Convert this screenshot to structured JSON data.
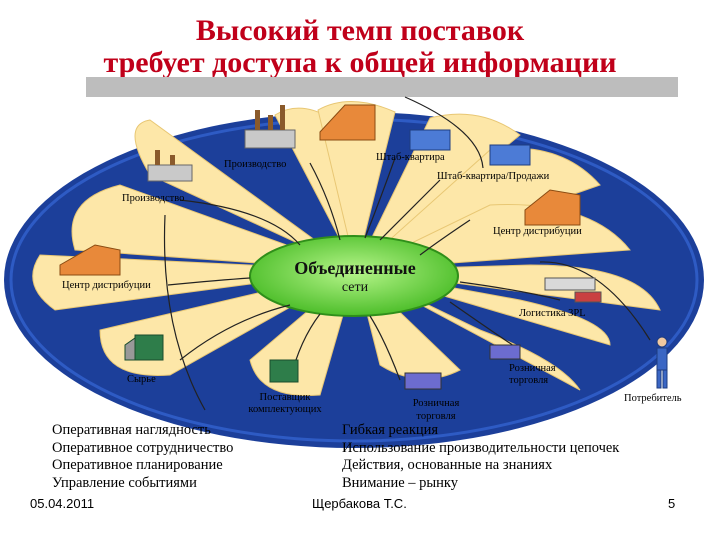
{
  "title": {
    "line1": "Высокий темп поставок",
    "line2": "требует доступа к общей информации"
  },
  "diagram": {
    "center_title": "Объединенные",
    "center_subtitle": "сети",
    "nodes": {
      "production_top": "Производство",
      "hq": "Штаб-квартира",
      "hq_sales": "Штаб-квартира/Продажи",
      "production_left": "Производство",
      "dc_right": "Центр дистрибуции",
      "dc_left": "Центр дистрибуции",
      "logistics": "Логистика 3PL",
      "retail_right": "Розничная торговля",
      "raw": "Сырье",
      "supplier": "Поставщик комплектующих",
      "retail_bottom": "Розничная торговля",
      "consumer": "Потребитель"
    }
  },
  "left_list": [
    "Оперативная наглядность",
    "Оперативное сотрудничество",
    "Оперативное планирование",
    "Управление событиями"
  ],
  "right_list": [
    "Гибкая реакция",
    "Использование производительности цепочек",
    "Действия, основанные на знаниях",
    "Внимание – рынку"
  ],
  "footer": {
    "date": "05.04.2011",
    "author": "Щербакова Т.С.",
    "page": "5"
  },
  "colors": {
    "title": "#c0001a",
    "outer_ellipse": "#1c3f9a",
    "petals": "#fde7a8",
    "center": "#7ce04a",
    "band": "#bdbdbd"
  }
}
